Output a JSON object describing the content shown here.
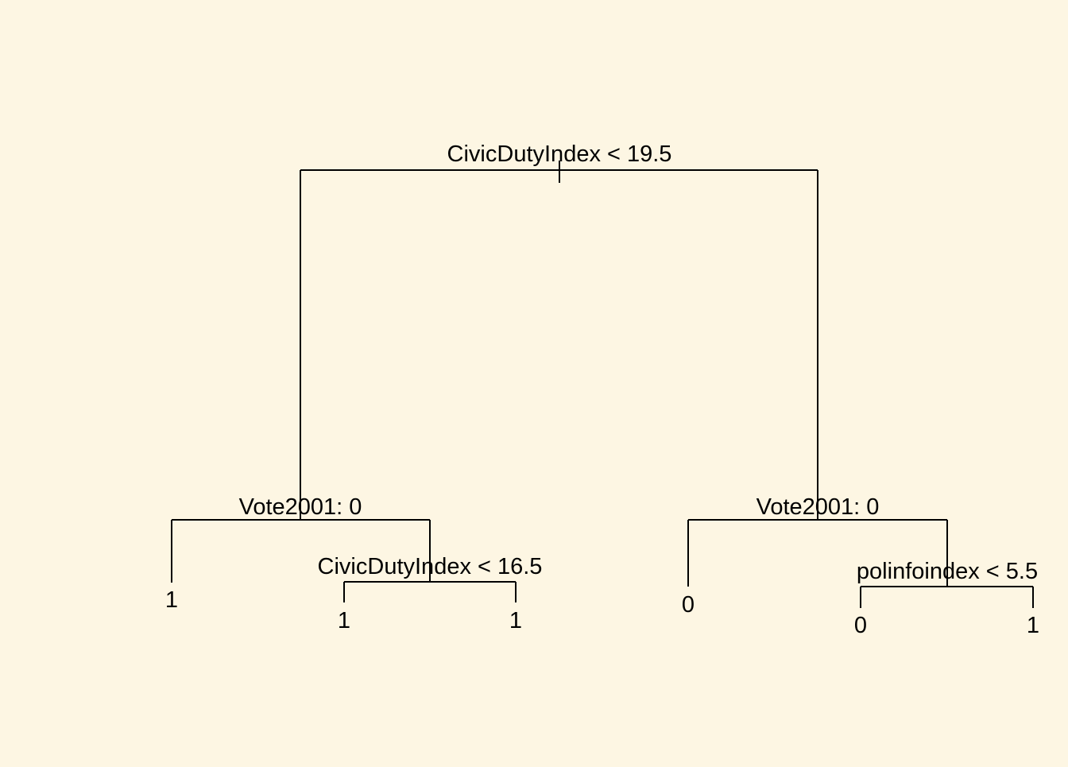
{
  "tree": {
    "root_split": "CivicDutyIndex < 19.5",
    "left_split": "Vote2001: 0",
    "left_right_split": "CivicDutyIndex < 16.5",
    "right_split": "Vote2001: 0",
    "right_right_split": "polinfoindex < 5.5",
    "leaves": {
      "left_left": "1",
      "left_right_left": "1",
      "left_right_right": "1",
      "right_left": "0",
      "right_right_left": "0",
      "right_right_right": "1"
    }
  },
  "colors": {
    "background": "#fdf6e3",
    "ink": "#000000"
  }
}
